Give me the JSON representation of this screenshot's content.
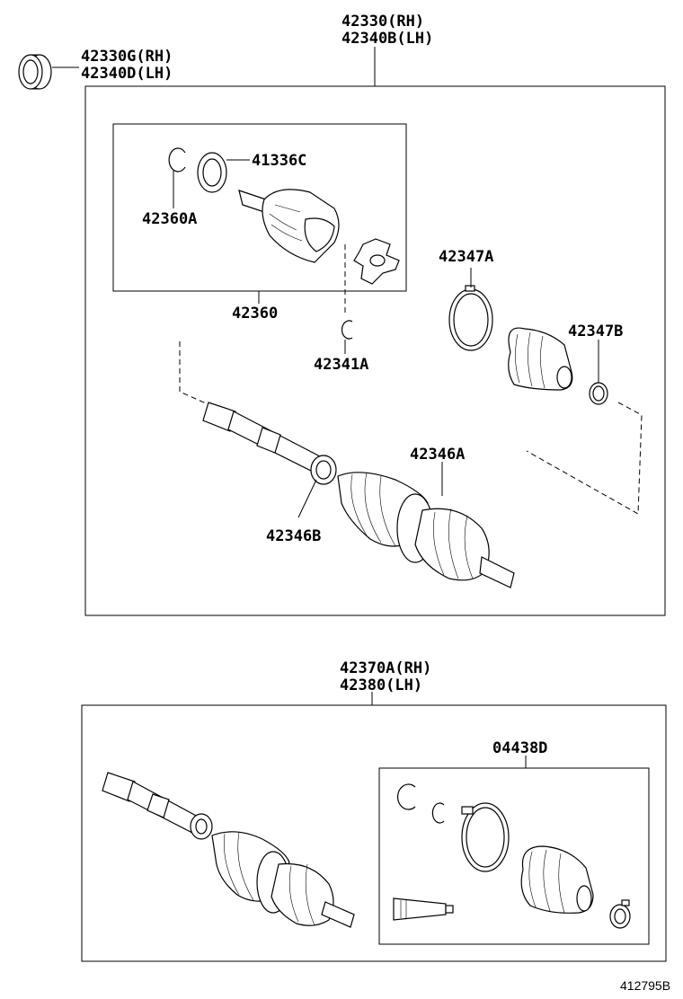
{
  "labels": {
    "top_assembly_rh": "42330(RH)",
    "top_assembly_lh": "42340B(LH)",
    "seal_rh": "42330G(RH)",
    "seal_lh": "42340D(LH)",
    "p41336c": "41336C",
    "p42360a": "42360A",
    "p42360": "42360",
    "p42341a": "42341A",
    "p42347a": "42347A",
    "p42347b": "42347B",
    "p42346a": "42346A",
    "p42346b": "42346B",
    "bottom_assembly_rh": "42370A(RH)",
    "bottom_assembly_lh": "42380(LH)",
    "p04438d": "04438D"
  },
  "figure_number": "412795B"
}
